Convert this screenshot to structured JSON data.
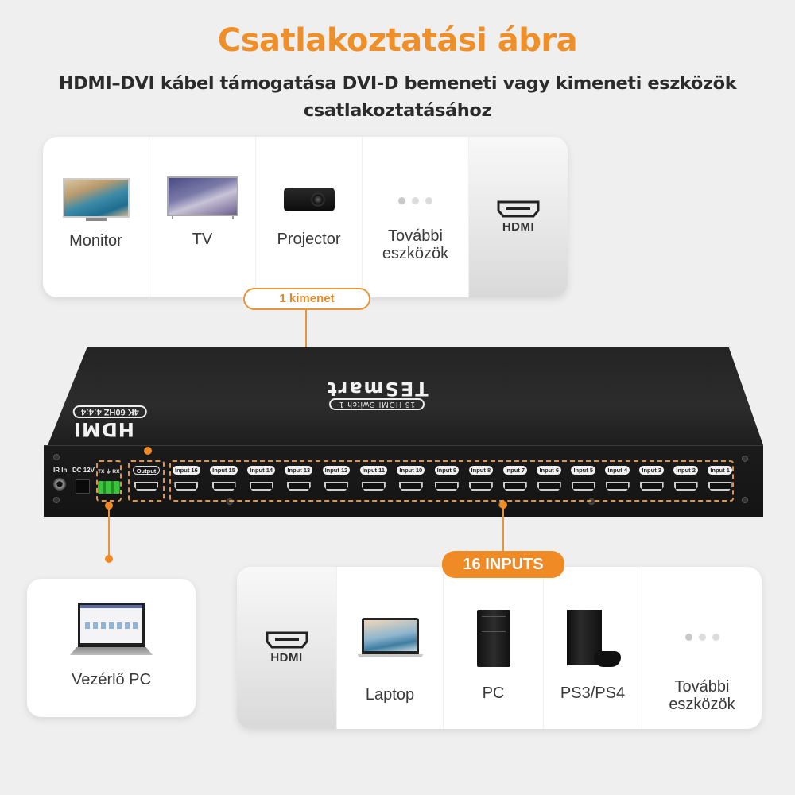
{
  "header": {
    "title": "Csatlakoztatási ábra",
    "subtitle_line1": "HDMI–DVI kábel támogatása DVI-D bemeneti vagy kimeneti eszközök",
    "subtitle_line2": "csatlakoztatásához"
  },
  "colors": {
    "accent": "#ef8a24",
    "background": "#efefef",
    "card": "#ffffff",
    "device": "#1c1c1c"
  },
  "output_card": {
    "devices": [
      {
        "label": "Monitor",
        "icon": "monitor-icon"
      },
      {
        "label": "TV",
        "icon": "tv-icon"
      },
      {
        "label": "Projector",
        "icon": "projector-icon"
      },
      {
        "label_line1": "További",
        "label_line2": "eszközök",
        "icon": "more-dots-icon"
      }
    ],
    "connector": {
      "label": "HDMI",
      "icon": "hdmi-connector-icon"
    }
  },
  "output_callout": {
    "label": "1 kimenet"
  },
  "device": {
    "brand": "TESmart",
    "model": "16 HDMI Switch 1",
    "hdmi_logo": "HDMI",
    "hdmi_spec": "4K 60HZ 4:4:4",
    "ports": {
      "ir_in": "IR In",
      "dc": "DC 12V",
      "serial": "TX ⏚ RX",
      "output": "Output",
      "inputs": [
        "Input 16",
        "Input 15",
        "Input 14",
        "Input 13",
        "Input 12",
        "Input 11",
        "Input 10",
        "Input 9",
        "Input 8",
        "Input 7",
        "Input 6",
        "Input 5",
        "Input 4",
        "Input 3",
        "Input 2",
        "Input 1"
      ]
    }
  },
  "inputs_callout": {
    "label": "16 INPUTS"
  },
  "control_card": {
    "label": "Vezérlő PC",
    "icon": "control-laptop-icon"
  },
  "input_card": {
    "connector": {
      "label": "HDMI",
      "icon": "hdmi-connector-icon"
    },
    "devices": [
      {
        "label": "Laptop",
        "icon": "laptop-icon"
      },
      {
        "label": "PC",
        "icon": "pc-tower-icon"
      },
      {
        "label": "PS3/PS4",
        "icon": "playstation-icon"
      },
      {
        "label_line1": "További",
        "label_line2": "eszközök",
        "icon": "more-dots-icon"
      }
    ]
  }
}
